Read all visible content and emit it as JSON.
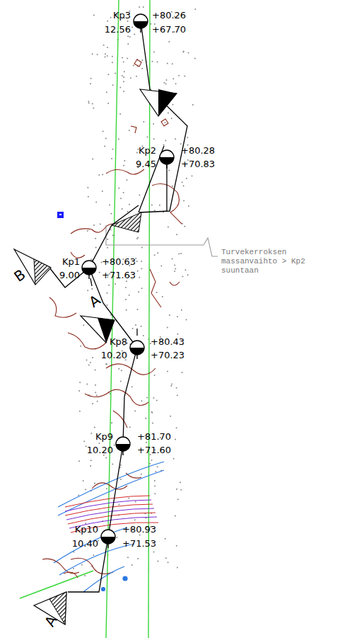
{
  "diagram": {
    "labels": [
      "Kp3",
      "+80.26",
      "12.56",
      "+67.70",
      "Kp2",
      "+80.28",
      "9.45",
      "+70.83",
      "Turvekerroksen massanvaihto > Kp2 suuntaan",
      "B",
      "Kp1",
      "+80.63",
      "9.00",
      "+71.63",
      "A",
      "Kp8",
      "+80.43",
      "10.20",
      "+70.23",
      "Kp9",
      "+81.70",
      "10.20",
      "+71.60",
      "Kp10",
      "+80.93",
      "10.40",
      "+71.53",
      "A"
    ]
  }
}
